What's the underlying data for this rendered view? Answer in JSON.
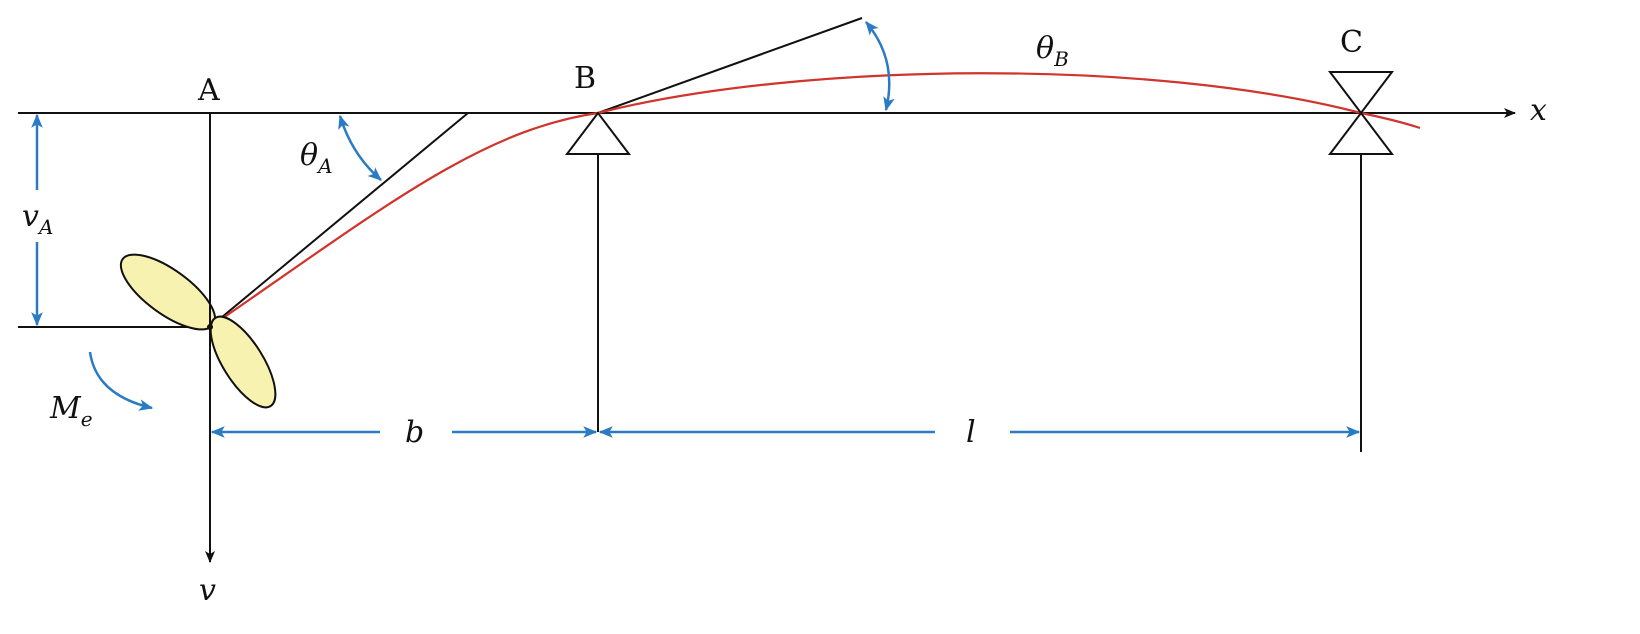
{
  "points": {
    "a": "A",
    "b": "B",
    "c": "C"
  },
  "axes": {
    "x_label": "x",
    "v_label": "v"
  },
  "angles": {
    "theta_a": {
      "symbol": "θ",
      "subscript": "A"
    },
    "theta_b": {
      "symbol": "θ",
      "subscript": "B"
    }
  },
  "displacement": {
    "symbol": "v",
    "subscript": "A"
  },
  "moment": {
    "symbol": "M",
    "subscript": "e"
  },
  "dimensions": {
    "b": "b",
    "l": "l"
  },
  "colors": {
    "deflection_curve": "#d0342c",
    "dimension_arrows": "#2b7bc4",
    "propeller_fill": "#f7f2b0",
    "lines": "#111111"
  }
}
